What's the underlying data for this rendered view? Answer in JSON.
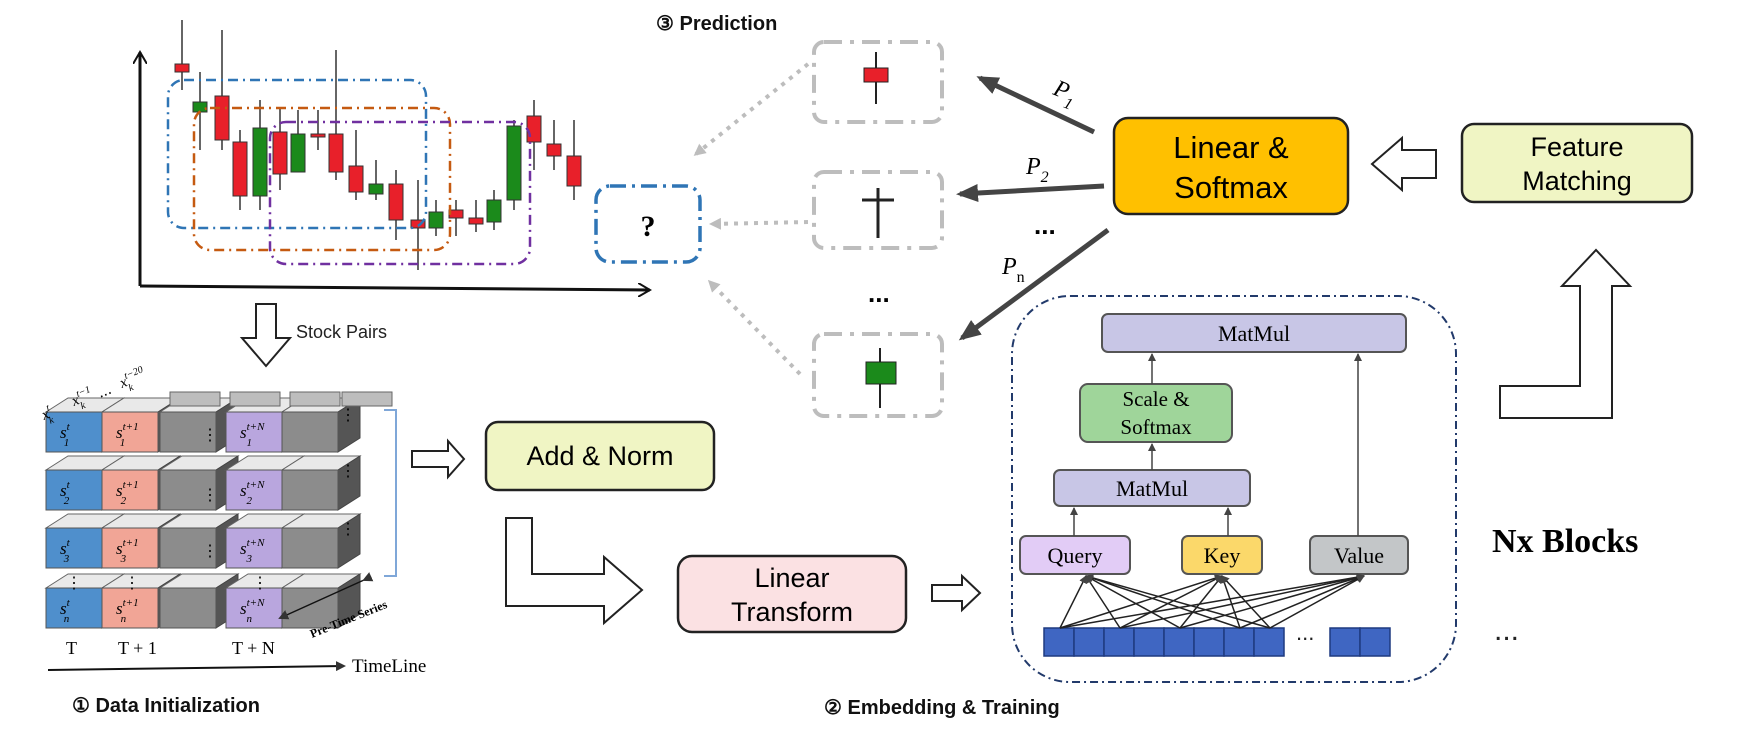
{
  "labels": {
    "prediction": "③ Prediction",
    "question": "?",
    "stock_pairs": "Stock Pairs",
    "data_init": "① Data Initialization",
    "embedding_training": "② Embedding & Training",
    "nx_blocks": "Nx Blocks",
    "ellipsis": "...",
    "timeline": "TimeLine",
    "pre_time_series": "Pre-Time Series",
    "t0": "T",
    "t1": "T + 1",
    "tN": "T + N"
  },
  "boxes": {
    "linear_softmax": [
      "Linear &",
      "Softmax"
    ],
    "feature_matching": [
      "Feature",
      "Matching"
    ],
    "add_norm": "Add & Norm",
    "linear_transform": [
      "Linear",
      "Transform"
    ],
    "matmul_top": "MatMul",
    "scale_softmax": [
      "Scale &",
      "Softmax"
    ],
    "matmul_mid": "MatMul",
    "query": "Query",
    "key": "Key",
    "value": "Value"
  },
  "probabilities": [
    {
      "sym": "P",
      "sub": "1"
    },
    {
      "sym": "P",
      "sub": "2"
    },
    {
      "sym": "P",
      "sub": "n"
    }
  ],
  "cube_front_labels": [
    [
      "s",
      "t",
      "1"
    ],
    [
      "s",
      "t+1",
      "1"
    ],
    [
      "s",
      "t+N",
      "1"
    ],
    [
      "s",
      "t",
      "2"
    ],
    [
      "s",
      "t+1",
      "2"
    ],
    [
      "s",
      "t+N",
      "2"
    ],
    [
      "s",
      "t",
      "3"
    ],
    [
      "s",
      "t+1",
      "3"
    ],
    [
      "s",
      "t+N",
      "3"
    ],
    [
      "s",
      "t",
      "n"
    ],
    [
      "s",
      "t+1",
      "n"
    ],
    [
      "s",
      "t+N",
      "n"
    ]
  ],
  "feature_labels": [
    {
      "sym": "x",
      "sup": "t",
      "sub": "k"
    },
    {
      "sym": "x",
      "sup": "t−1",
      "sub": "k"
    },
    {
      "sym": "x",
      "sup": "t−20",
      "sub": "k"
    }
  ],
  "colors": {
    "linear_softmax": "#ffc000",
    "feature_matching": "#f0f5c4",
    "add_norm": "#f0f5c4",
    "linear_transform": "#fbe1e3",
    "matmul": "#c8c6e6",
    "scale_softmax": "#9fd59a",
    "query": "#e2ccf6",
    "key": "#fbd86a",
    "value": "#c3c6c8",
    "embed_cell": "#3f66c2",
    "cube_blue": "#4f8fcc",
    "cube_red": "#f1a596",
    "cube_purple": "#b9a6de",
    "cube_gray": "#8c8c8c",
    "candle_up": "#1b8a1b",
    "candle_down": "#e8202a"
  }
}
